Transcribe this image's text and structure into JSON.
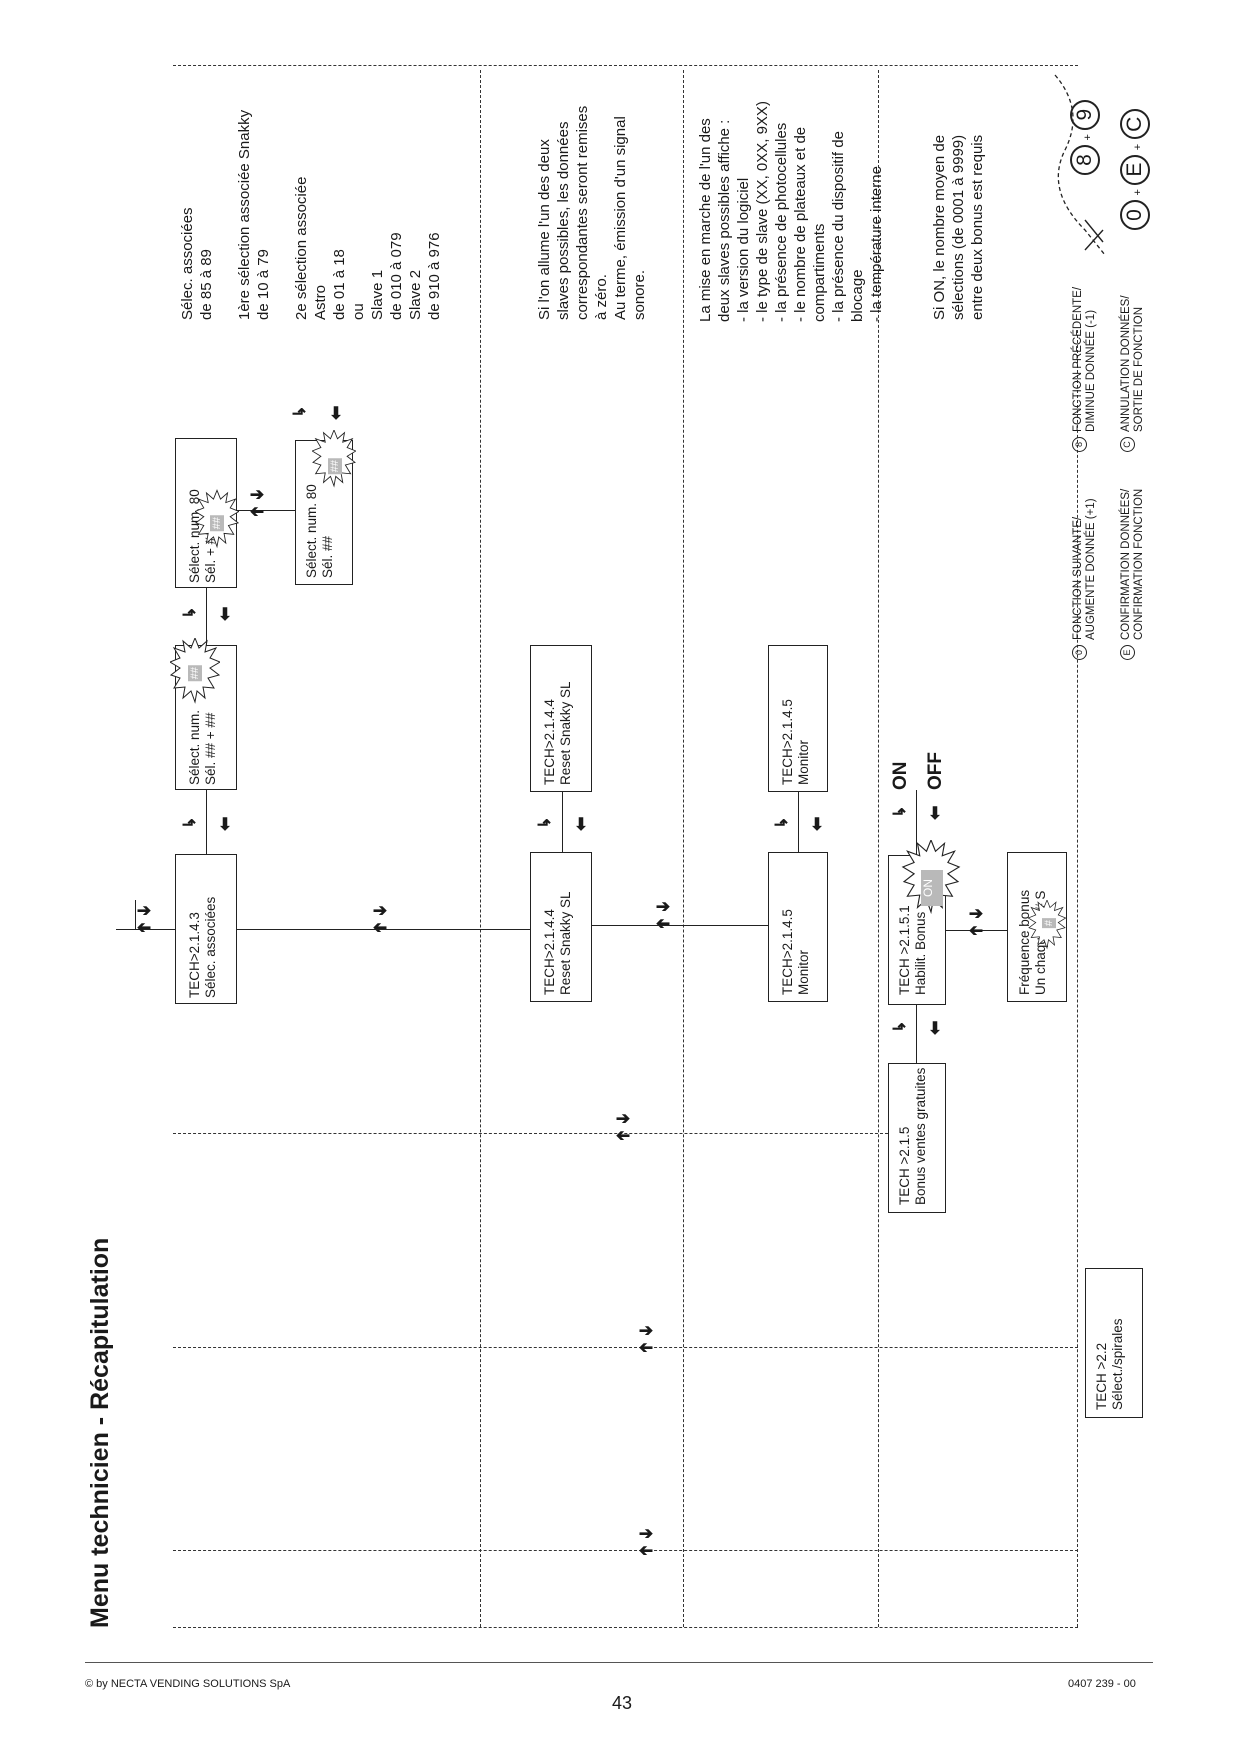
{
  "page": {
    "title": "Menu technicien - Récapitulation",
    "copyright": "© by NECTA VENDING SOLUTIONS SpA",
    "page_number": "43",
    "doc_code": "0407 239 - 00"
  },
  "boxes": {
    "b2143": [
      "TECH>2.1.4.3",
      "Sélec.  associées"
    ],
    "b2143_sel": [
      "Sélect.  num.",
      "Sél.   ## + ##"
    ],
    "b2143_sel_flash": "##",
    "b2143_sub1": [
      "Sélect.  num. 80",
      "Sél.          + ##"
    ],
    "b2143_sub1_flash": "##",
    "b2143_sub2": [
      "Sélect.  num. 80",
      "Sél.   ##"
    ],
    "b2143_sub2_flash": "##",
    "b2144": [
      "TECH>2.1.4.4",
      "Reset  Snakky  SL"
    ],
    "b2144_sub": [
      "TECH>2.1.4.4",
      "Reset  Snakky  SL"
    ],
    "b2145": [
      "TECH>2.1.4.5",
      "Monitor"
    ],
    "b2145_sub": [
      "TECH>2.1.4.5",
      "Monitor"
    ],
    "b215": [
      "TECH  >2.1.5",
      "Bonus  ventes  gratuites"
    ],
    "b2151": [
      "TECH  >2.1.5.1",
      "Habilit.  Bonus"
    ],
    "b2151_flash": "ON",
    "b2151_freq": [
      "Fréquence bonus",
      "Un chaque      ### S"
    ],
    "b2151_freq_flash": "#",
    "b22": [
      "TECH  >2.2",
      "Sélect./spirales"
    ]
  },
  "onoff": {
    "on": "ON",
    "off": "OFF"
  },
  "notes": {
    "associees": [
      "Sélec.  associées",
      "de 85 à 89",
      "",
      "1ère  sélection  associée  Snakky",
      "de 10 à 79",
      "",
      "2e  sélection  associée",
      "Astro",
      "de 01 à 18",
      "ou",
      "Slave 1",
      "de 010 à 079",
      "Slave 2",
      "de 910 à 976"
    ],
    "reset": [
      "Si l'on allume l'un des deux",
      "slaves  possibles,  les  données",
      "correspondantes   seront  remises",
      "à zéro.",
      "Au terme, émission d'un signal",
      "sonore."
    ],
    "monitor": [
      "La mise en marche de l'un des",
      "deux slaves possibles  affiche  :",
      "- la version du logiciel",
      "- le type de slave (XX, 0XX, 9XX)",
      "- la présence de photocellules",
      "- le nombre de plateaux et de",
      "compartiments",
      "- la présence du dispositif de",
      "blocage",
      "- la température interne"
    ],
    "bonus": [
      "Si ON,  le nombre moyen de",
      "sélections  (de 0001 à 9999)",
      "entre deux bonus est requis"
    ]
  },
  "legend": {
    "key0_symbol": "0",
    "key0_text": [
      "FONCTION SUIVANTE/",
      "AUGMENTE DONNÉE (+1)"
    ],
    "key8_symbol": "8",
    "key8_text": [
      "FONCTION PRÉCÉDENTE/",
      "DIMINUE DONNÉE (-1)"
    ],
    "keyE_symbol": "E",
    "keyE_text": [
      "CONFIRMATION DONNÉES/",
      "CONFIRMATION FONCTION"
    ],
    "keyC_symbol": "C",
    "keyC_text": [
      "ANNULATION DONNÉES/",
      "SORTIE DE FONCTION"
    ],
    "keypad_row1": [
      "8",
      "9"
    ],
    "keypad_row2": [
      "0",
      "E",
      "C"
    ]
  }
}
